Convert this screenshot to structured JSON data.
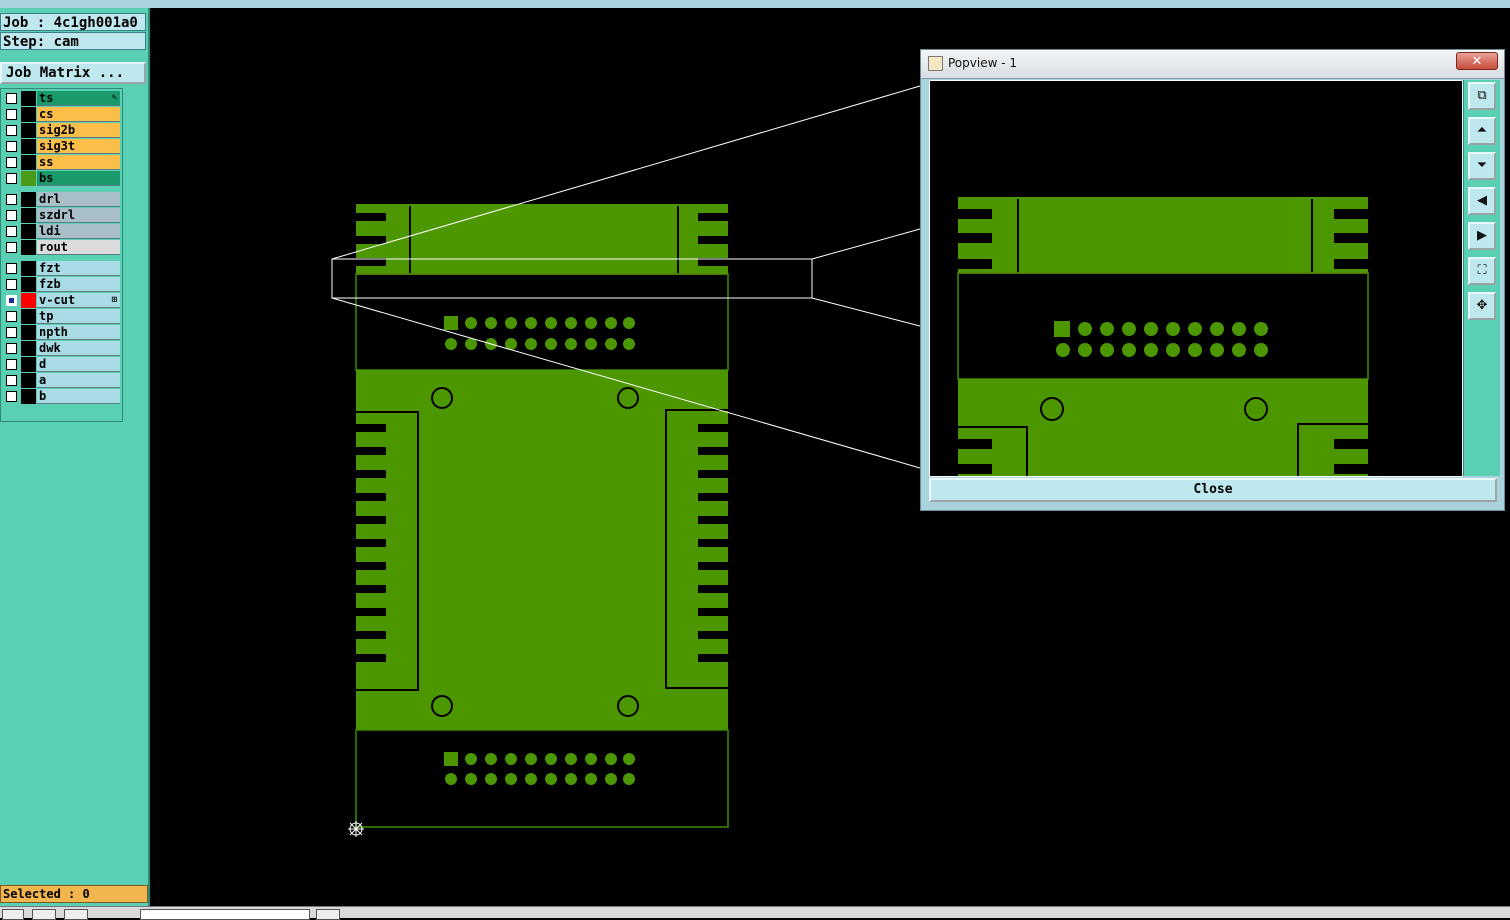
{
  "header": {
    "job_label": "Job : 4c1gh001a0",
    "step_label": "Step: cam",
    "job_matrix_button": "Job Matrix ..."
  },
  "layers": [
    {
      "name": "ts",
      "color": "#1a9a6a",
      "mark": "✎",
      "checked": false,
      "swatch": "#000000"
    },
    {
      "name": "cs",
      "color": "#fbbf49",
      "mark": "",
      "checked": false,
      "swatch": "#000000"
    },
    {
      "name": "sig2b",
      "color": "#fbbf49",
      "mark": "",
      "checked": false,
      "swatch": "#000000"
    },
    {
      "name": "sig3t",
      "color": "#fbbf49",
      "mark": "",
      "checked": false,
      "swatch": "#000000"
    },
    {
      "name": "ss",
      "color": "#fbbf49",
      "mark": "",
      "checked": false,
      "swatch": "#000000"
    },
    {
      "name": "bs",
      "color": "#1a9a6a",
      "mark": "",
      "checked": false,
      "swatch": "#4c9a1a"
    },
    {
      "name": "drl",
      "color": "#a9bfc8",
      "mark": "",
      "checked": false,
      "swatch": "#000000"
    },
    {
      "name": "szdrl",
      "color": "#a9bfc8",
      "mark": "",
      "checked": false,
      "swatch": "#000000"
    },
    {
      "name": "ldi",
      "color": "#a9bfc8",
      "mark": "",
      "checked": false,
      "swatch": "#000000"
    },
    {
      "name": "rout",
      "color": "#dcdcdc",
      "mark": "",
      "checked": false,
      "swatch": "#000000"
    },
    {
      "name": "fzt",
      "color": "#a8dbe3",
      "mark": "",
      "checked": false,
      "swatch": "#000000"
    },
    {
      "name": "fzb",
      "color": "#a8dbe3",
      "mark": "",
      "checked": false,
      "swatch": "#000000"
    },
    {
      "name": "v-cut",
      "color": "#a8dbe3",
      "mark": "⊞",
      "checked": true,
      "swatch": "#ff0000"
    },
    {
      "name": "tp",
      "color": "#a8dbe3",
      "mark": "",
      "checked": false,
      "swatch": "#000000"
    },
    {
      "name": "npth",
      "color": "#a8dbe3",
      "mark": "",
      "checked": false,
      "swatch": "#000000"
    },
    {
      "name": "dwk",
      "color": "#a8dbe3",
      "mark": "",
      "checked": false,
      "swatch": "#000000"
    },
    {
      "name": "d",
      "color": "#a8dbe3",
      "mark": "",
      "checked": false,
      "swatch": "#000000"
    },
    {
      "name": "a",
      "color": "#a8dbe3",
      "mark": "",
      "checked": false,
      "swatch": "#000000"
    },
    {
      "name": "b",
      "color": "#a8dbe3",
      "mark": "",
      "checked": false,
      "swatch": "#000000"
    }
  ],
  "status": {
    "selected": "Selected : 0"
  },
  "popview": {
    "title": "Popview - 1",
    "close_button": "Close",
    "tools": [
      "window-icon",
      "pan-up-icon",
      "pan-down-icon",
      "pan-left-icon",
      "pan-right-icon",
      "zoom-fit-icon",
      "zoom-center-icon"
    ]
  },
  "colors": {
    "board_green": "#4c9600",
    "outline_green": "#3c8c00",
    "panel_teal": "#59cfb4",
    "highlight_orange": "#fbbf49"
  }
}
